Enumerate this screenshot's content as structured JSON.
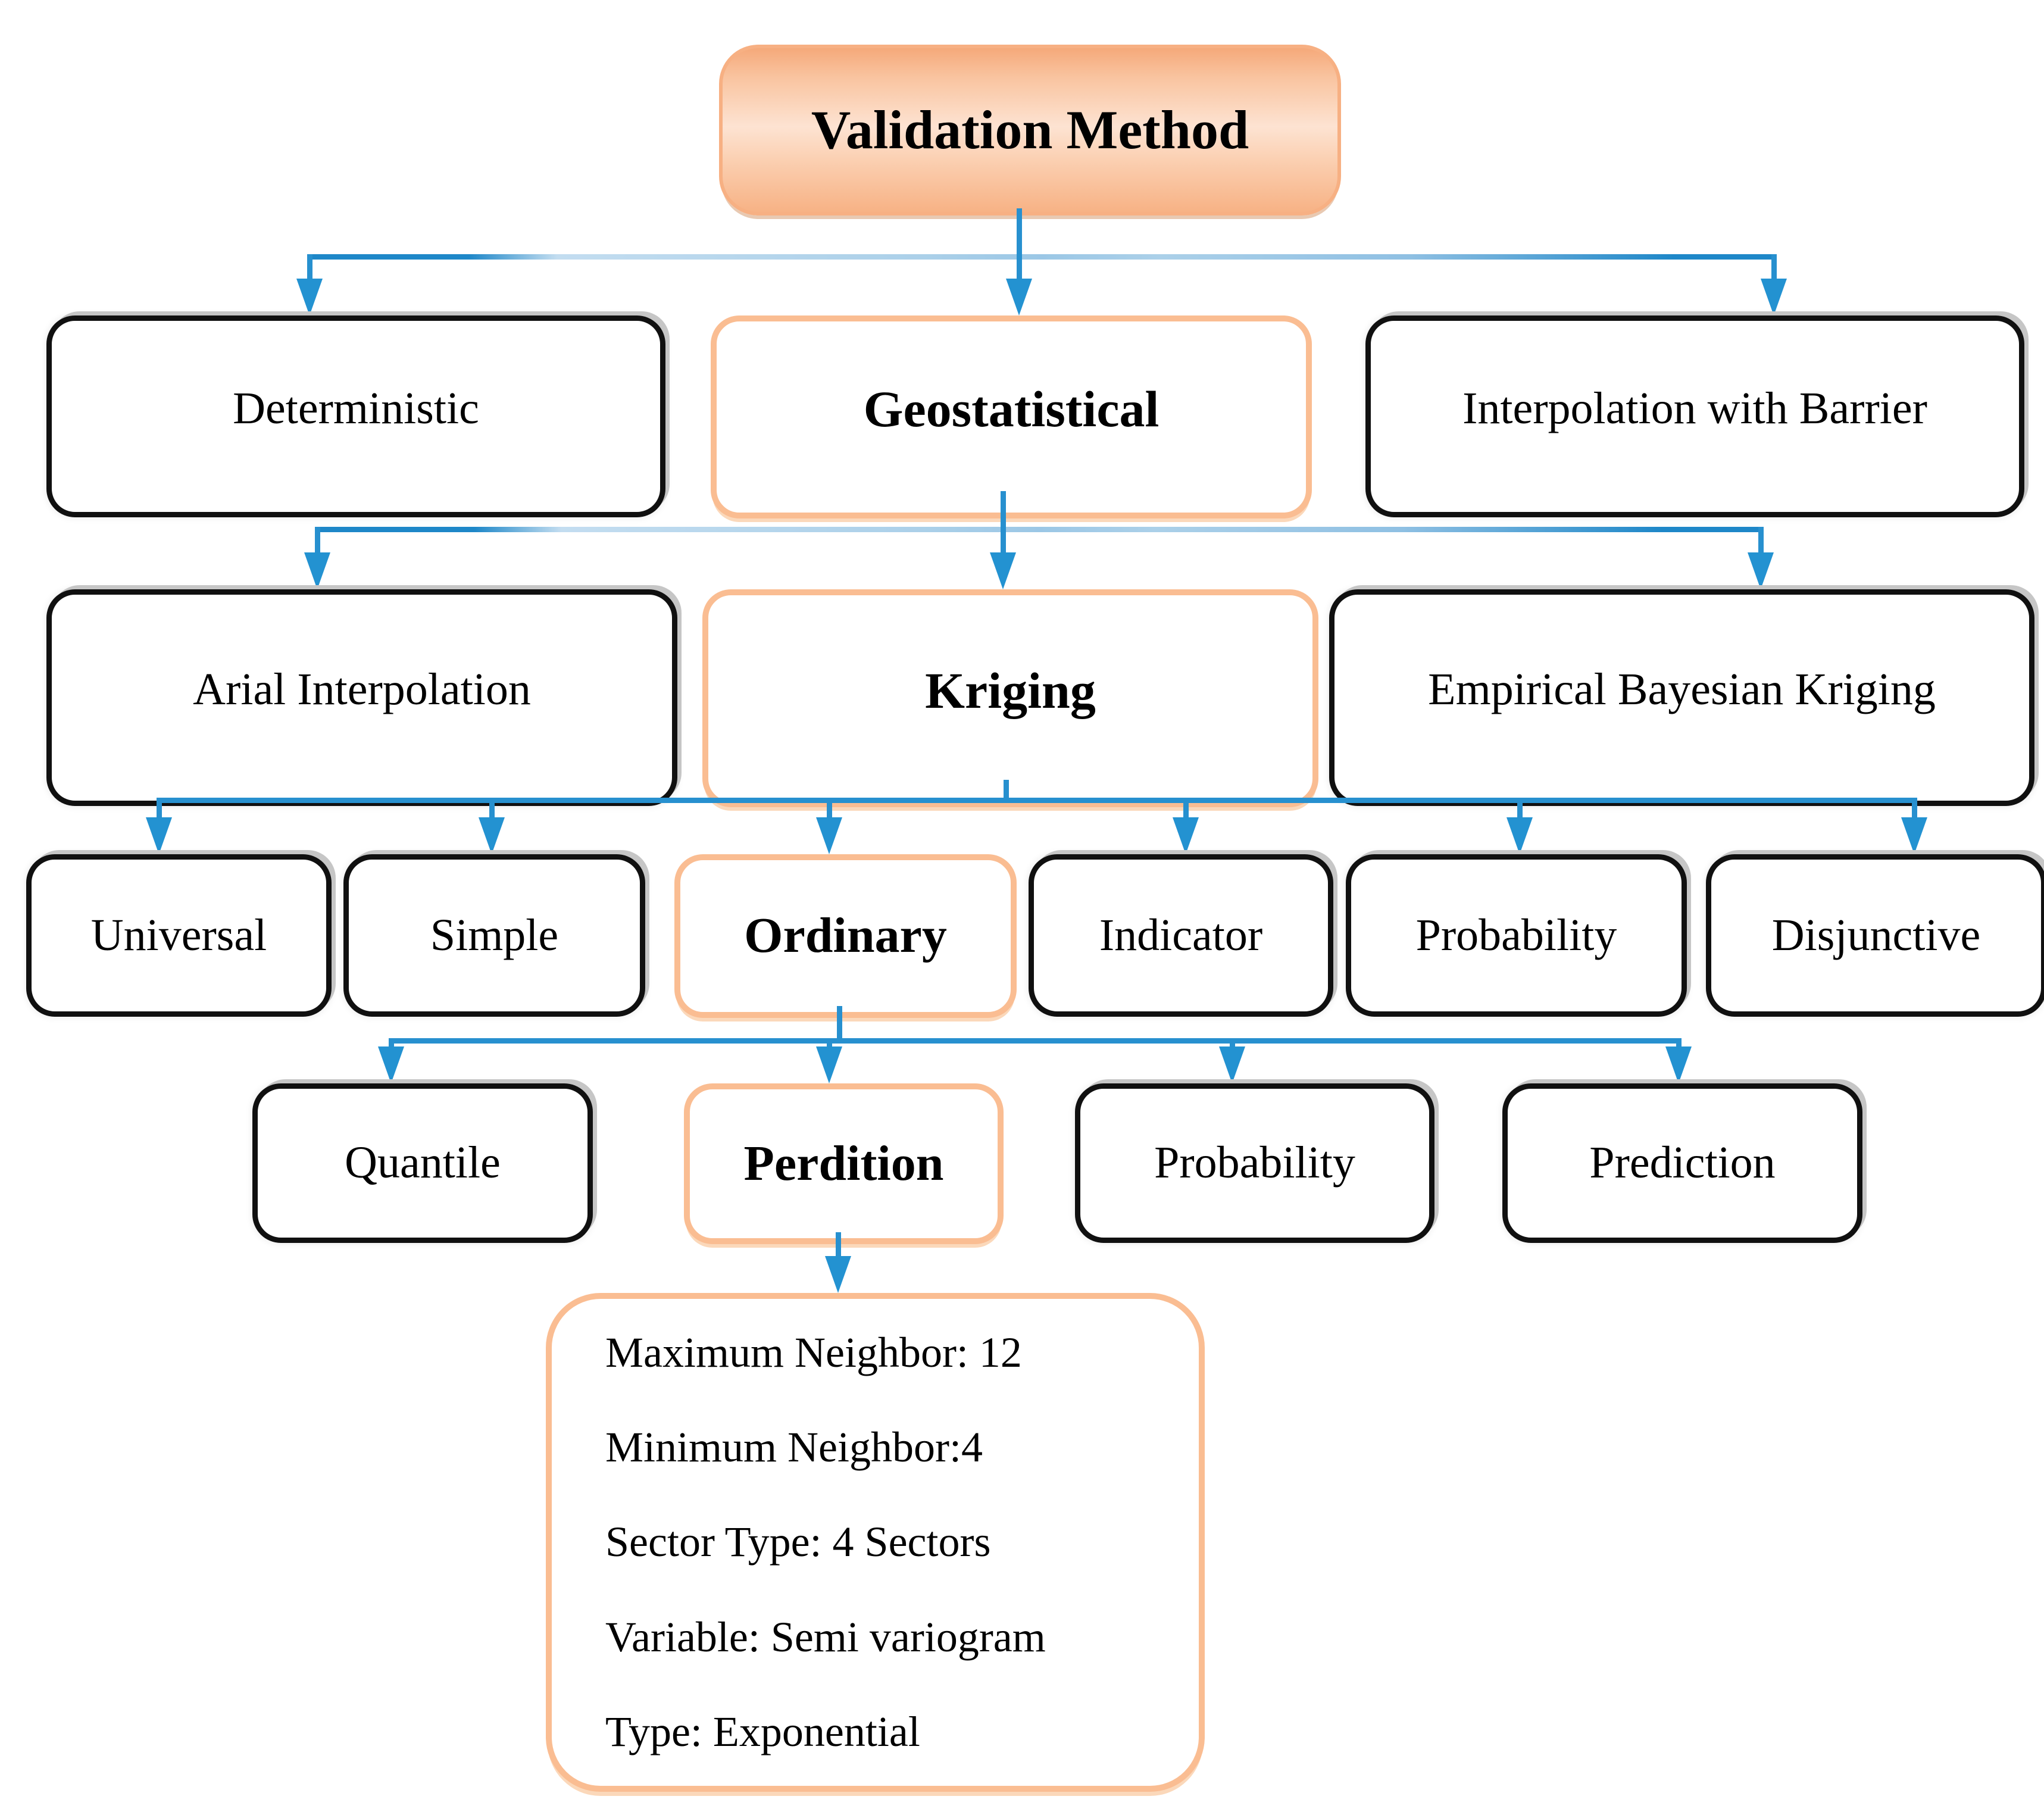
{
  "diagram": {
    "title": "Validation Method",
    "level1": {
      "deterministic": "Deterministic",
      "geostatistical": "Geostatistical",
      "interpolation_with_barrier": "Interpolation with Barrier"
    },
    "level2": {
      "arial_interpolation": "Arial Interpolation",
      "kriging": "Kriging",
      "empirical_bayesian_kriging": "Empirical Bayesian Kriging"
    },
    "level3": {
      "universal": "Universal",
      "simple": "Simple",
      "ordinary": "Ordinary",
      "indicator": "Indicator",
      "probability": "Probability",
      "disjunctive": "Disjunctive"
    },
    "level4": {
      "quantile": "Quantile",
      "perdition": "Perdition",
      "probability": "Probability",
      "prediction": "Prediction"
    },
    "parameters": {
      "maximum_neighbor": "Maximum Neighbor: 12",
      "minimum_neighbor": "Minimum Neighbor:4",
      "sector_type": "Sector Type: 4 Sectors",
      "variable": "Variable: Semi variogram",
      "type": "Type: Exponential"
    },
    "colors": {
      "connector_blue": "#2790cf",
      "connector_light_blue": "#abd0e9",
      "arrow_blue": "#2392d1",
      "highlight_border_orange": "#fabd92",
      "title_fill_orange": "#f7b285",
      "node_border_black": "#101010"
    }
  }
}
